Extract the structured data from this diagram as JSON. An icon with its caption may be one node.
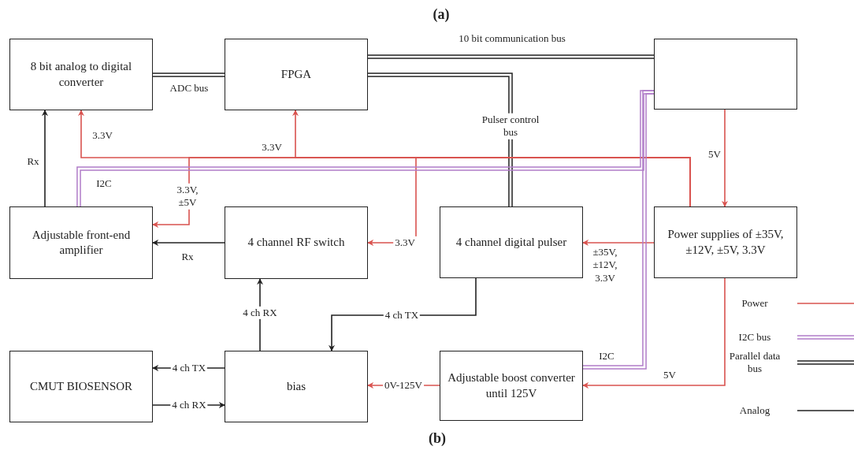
{
  "diagram": {
    "nodes": [
      {
        "text": [
          "8 bit analog to digital converter"
        ]
      },
      {
        "text": [
          "FPGA"
        ]
      },
      {
        "text": [],
        "shape": "box"
      },
      {
        "text": [
          "Adjustable front-end amplifier"
        ]
      },
      {
        "text": [
          "4 channel RF switch"
        ]
      },
      {
        "text": [
          "4 channel digital pulser"
        ]
      },
      {
        "text": [
          "Power supplies of ±35V, ±12V, ±5V, 3.3V"
        ]
      },
      {
        "text": [
          "CMUT BIOSENSOR"
        ]
      },
      {
        "text": [
          "bias"
        ]
      },
      {
        "text": [
          "Adjustable boost converter until 125V"
        ]
      }
    ],
    "edges": [
      {
        "from": 0,
        "to": 1,
        "arrow": "none",
        "label": "ADC bus",
        "style": "thick"
      },
      {
        "from": 1,
        "to": 2,
        "arrow": "none",
        "label": "10 bit communication bus",
        "style": "thick"
      },
      {
        "from": 1,
        "to": 5,
        "arrow": "none",
        "label": "Pulser control bus",
        "style": "thick"
      },
      {
        "from": 2,
        "to": 6,
        "arrow": "to",
        "label": "5V",
        "color": "#d9534f"
      },
      {
        "from": 6,
        "to": 5,
        "arrow": "to",
        "label": "±35V, ±12V, 3.3V",
        "color": "#d9534f"
      },
      {
        "from": 6,
        "to": 9,
        "arrow": "to",
        "label": "5V",
        "color": "#d9534f"
      },
      {
        "from": 6,
        "to": 0,
        "arrow": "to",
        "label": "3.3V",
        "color": "#d9534f"
      },
      {
        "from": 6,
        "to": 1,
        "arrow": "to",
        "label": "3.3V",
        "color": "#d9534f"
      },
      {
        "from": 6,
        "to": 3,
        "arrow": "to",
        "label": "3.3V, ±5V",
        "color": "#d9534f"
      },
      {
        "from": 6,
        "to": 4,
        "arrow": "to",
        "label": "3.3V",
        "color": "#d9534f"
      },
      {
        "from": 2,
        "to": 3,
        "arrow": "none",
        "label": "I2C",
        "style": "thick",
        "color": "#b07cc8"
      },
      {
        "from": 2,
        "to": 9,
        "arrow": "none",
        "label": "I2C",
        "style": "thick",
        "color": "#b07cc8"
      },
      {
        "from": 3,
        "to": 0,
        "arrow": "to",
        "label": "Rx"
      },
      {
        "from": 4,
        "to": 3,
        "arrow": "to",
        "label": "Rx"
      },
      {
        "from": 8,
        "to": 4,
        "arrow": "to",
        "label": "4 ch RX"
      },
      {
        "from": 5,
        "to": 8,
        "arrow": "to",
        "label": "4 ch TX"
      },
      {
        "from": 8,
        "to": 7,
        "arrow": "to",
        "label": "4 ch TX"
      },
      {
        "from": 7,
        "to": 8,
        "arrow": "to",
        "label": "4 ch RX"
      },
      {
        "from": 9,
        "to": 8,
        "arrow": "to",
        "label": "0V-125V",
        "color": "#d9534f"
      }
    ],
    "labels": [
      "(a)",
      "(b)"
    ],
    "legend": [
      {
        "text": "Power"
      },
      {
        "text": "I2C bus"
      },
      {
        "text": "Parallel data bus"
      },
      {
        "text": "Analog"
      }
    ]
  }
}
